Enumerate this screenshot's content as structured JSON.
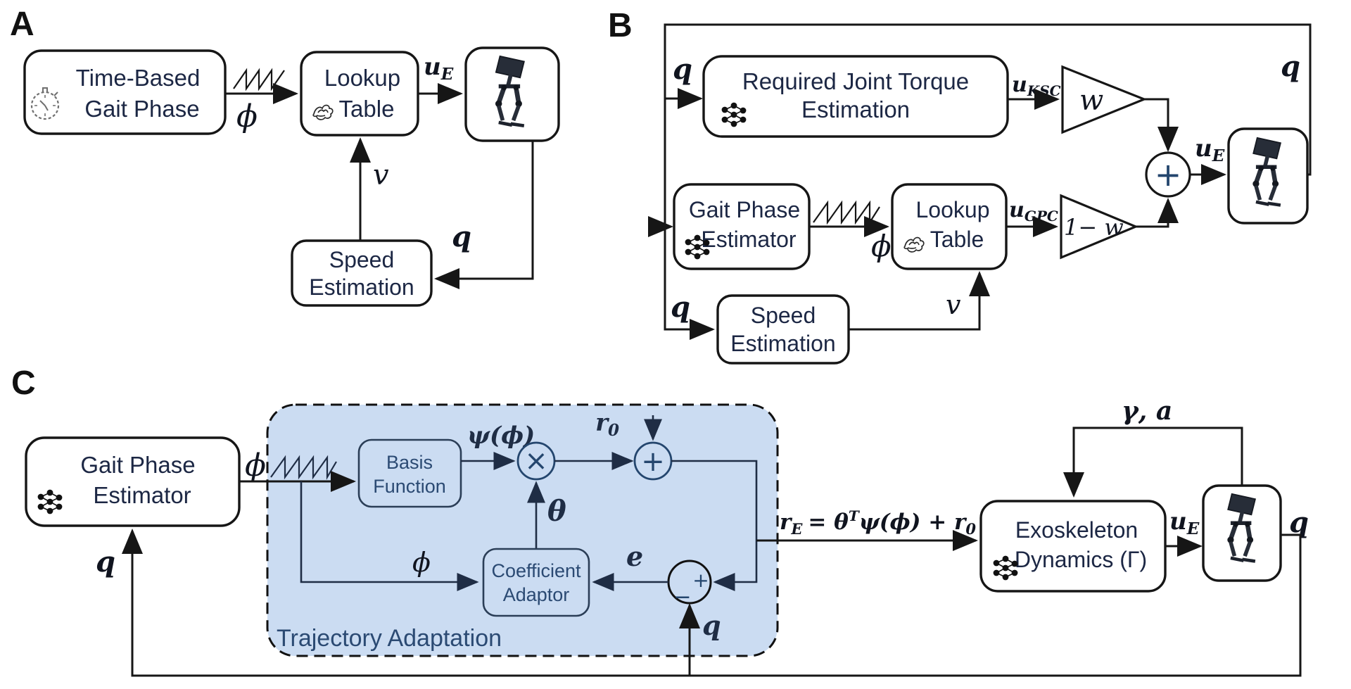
{
  "panels": {
    "a": "A",
    "b": "B",
    "c": "C"
  },
  "blocks": {
    "time_based_gait_phase": {
      "line1": "Time-Based",
      "line2": "Gait Phase"
    },
    "lookup_table": {
      "line1": "Lookup",
      "line2": "Table"
    },
    "speed_estimation": {
      "line1": "Speed",
      "line2": "Estimation"
    },
    "required_joint_torque": {
      "line1": "Required Joint Torque",
      "line2": "Estimation"
    },
    "gait_phase_estimator": {
      "line1": "Gait Phase",
      "line2": "Estimator"
    },
    "basis_function": {
      "line1": "Basis",
      "line2": "Function"
    },
    "coefficient_adaptor": {
      "line1": "Coefficient",
      "line2": "Adaptor"
    },
    "exoskeleton_dynamics": {
      "line1": "Exoskeleton",
      "line2": "Dynamics (Γ)"
    },
    "trajectory_adaptation_label": "Trajectory Adaptation"
  },
  "signals": {
    "phi": "ϕ",
    "q": "q",
    "v": "v",
    "w": "w",
    "one_minus_w": "1− w",
    "u": "u",
    "sub_E": "E",
    "sub_KSC": "KSC",
    "sub_GPC": "GPC",
    "psi_phi": "ψ(ϕ)",
    "theta": "θ",
    "r": "r",
    "sub_0": "0",
    "e": "e",
    "gamma_a": "γ, a",
    "plus": "+",
    "times": "×",
    "junction_plus": "+",
    "junction_minus": "−",
    "equation": {
      "r": "r",
      "E": "E",
      "mid": "= θ",
      "T": "T",
      "rest": "ψ(ϕ) + r",
      "zero": "0"
    }
  },
  "colors": {
    "line": "#161616",
    "navy_text": "#1c2744",
    "blue_region_fill": "#cbdcf2",
    "blue_region_text": "#2b4a73",
    "blue_box_stroke": "#2b3e57",
    "inner_line": "#1f2d45"
  }
}
